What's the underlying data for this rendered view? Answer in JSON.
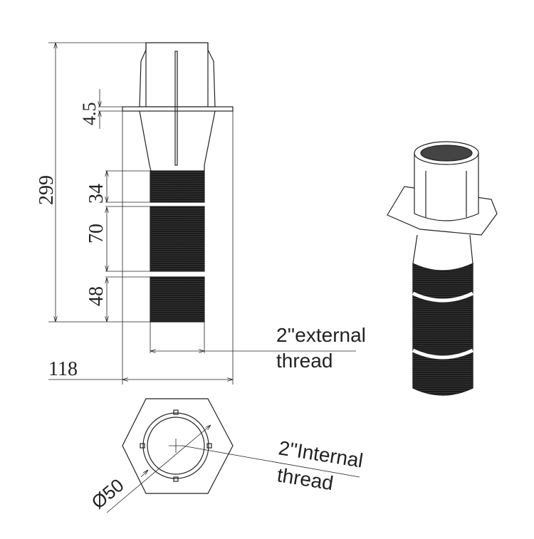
{
  "dimensions": {
    "total_height": "299",
    "flange_thickness": "4.5",
    "thread_1": "34",
    "thread_2": "70",
    "thread_3": "48",
    "flange_width": "118",
    "inner_diameter": "Ø50"
  },
  "labels": {
    "external_line1": "2''external",
    "external_line2": "thread",
    "internal_line1": "2''Internal",
    "internal_line2": "thread"
  },
  "colors": {
    "line": "#222222",
    "thread": "#1a1a1a"
  }
}
